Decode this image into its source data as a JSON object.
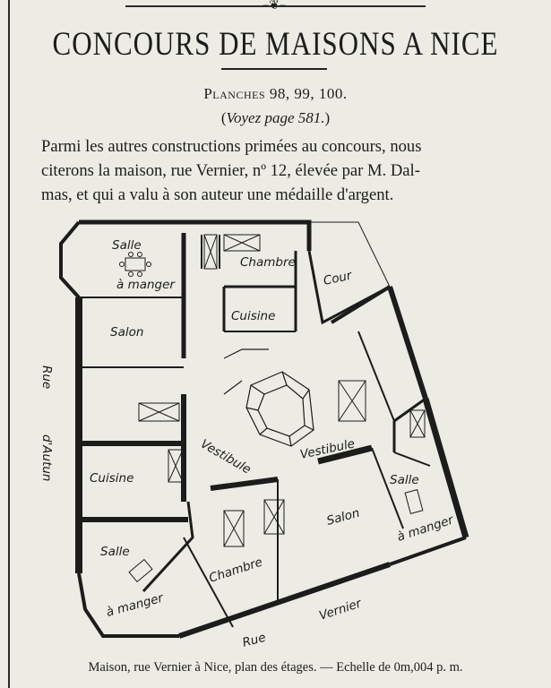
{
  "header": {
    "ornament": "–❦–",
    "title": "CONCOURS DE MAISONS A NICE",
    "planches": "Planches 98, 99, 100.",
    "voyez_open": "(",
    "voyez": "Voyez page 581.",
    "voyez_close": ")"
  },
  "body": {
    "line1": "Parmi les autres constructions primées au concours, nous",
    "line2": "citerons la maison, rue Vernier, nº 12, élevée par M. Dal-",
    "line3": "mas, et qui a valu à son auteur une médaille d'argent."
  },
  "plan": {
    "labels": {
      "salle_top": "Salle",
      "a_manger_top": "à manger",
      "chambre_top": "Chambre",
      "cour": "Cour",
      "cuisine_top": "Cuisine",
      "salon_left": "Salon",
      "rue_left": "Rue",
      "dautun": "d'Autun",
      "cuisine_left": "Cuisine",
      "vestibule_left": "Vestibule",
      "vestibule_right": "Vestibule",
      "salle_right": "Salle",
      "a_manger_right": "à manger",
      "salon_bottom": "Salon",
      "salle_bottom": "Salle",
      "a_manger_bottom": "à manger",
      "chambre_bottom": "Chambre",
      "vernier": "Vernier",
      "rue_bottom": "Rue"
    }
  },
  "caption": "Maison, rue Vernier à Nice, plan des étages. — Echelle de 0m,004 p. m."
}
